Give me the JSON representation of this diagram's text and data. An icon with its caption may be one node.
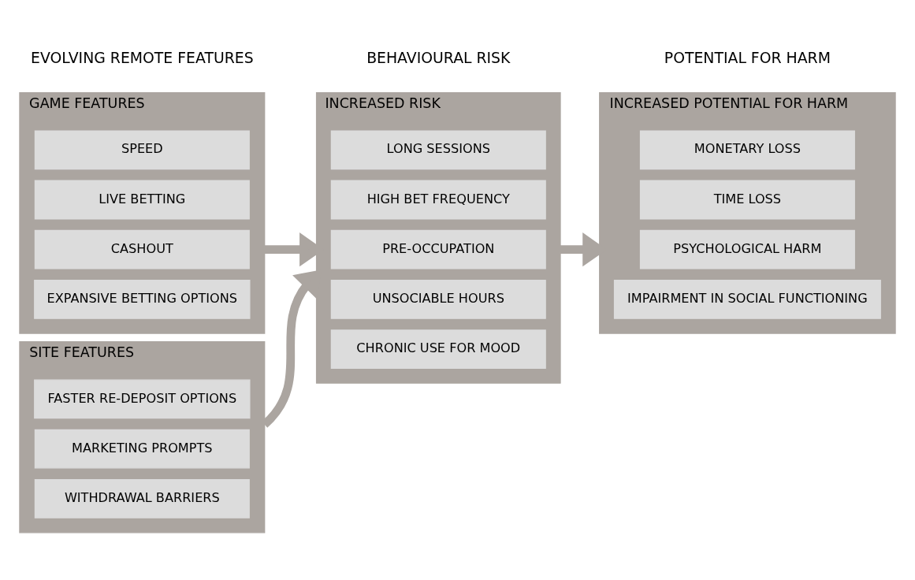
{
  "diagram": {
    "nodes": [
      {
        "text": [
          "GAME FEATURES"
        ]
      },
      {
        "text": [
          "SPEED"
        ],
        "in": 0
      },
      {
        "text": [
          "LIVE BETTING"
        ],
        "in": 0
      },
      {
        "text": [
          "CASHOUT"
        ],
        "in": 0
      },
      {
        "text": [
          "EXPANSIVE BETTING OPTIONS"
        ],
        "in": 0
      },
      {
        "text": [
          "SITE FEATURES"
        ]
      },
      {
        "text": [
          "FASTER RE-DEPOSIT OPTIONS"
        ],
        "in": 5
      },
      {
        "text": [
          "MARKETING PROMPTS"
        ],
        "in": 5
      },
      {
        "text": [
          "WITHDRAWAL BARRIERS"
        ],
        "in": 5
      },
      {
        "text": [
          "INCREASED RISK"
        ]
      },
      {
        "text": [
          "LONG SESSIONS"
        ],
        "in": 9
      },
      {
        "text": [
          "HIGH BET FREQUENCY"
        ],
        "in": 9
      },
      {
        "text": [
          "PRE-OCCUPATION"
        ],
        "in": 9
      },
      {
        "text": [
          "UNSOCIABLE HOURS"
        ],
        "in": 9
      },
      {
        "text": [
          "CHRONIC USE FOR MOOD"
        ],
        "in": 9
      },
      {
        "text": [
          "INCREASED POTENTIAL FOR HARM"
        ]
      },
      {
        "text": [
          "MONETARY LOSS"
        ],
        "in": 15
      },
      {
        "text": [
          "TIME LOSS"
        ],
        "in": 15
      },
      {
        "text": [
          "PSYCHOLOGICAL HARM"
        ],
        "in": 15
      },
      {
        "text": [
          "IMPAIRMENT IN SOCIAL FUNCTIONING"
        ],
        "in": 15
      }
    ],
    "edges": [
      {
        "from": 0,
        "to": 9,
        "arrow": "to"
      },
      {
        "from": 5,
        "to": 9,
        "arrow": "to"
      },
      {
        "from": 9,
        "to": 15,
        "arrow": "to"
      }
    ],
    "labels": [
      "EVOLVING REMOTE FEATURES",
      "BEHAVIOURAL RISK",
      "POTENTIAL FOR HARM"
    ]
  }
}
